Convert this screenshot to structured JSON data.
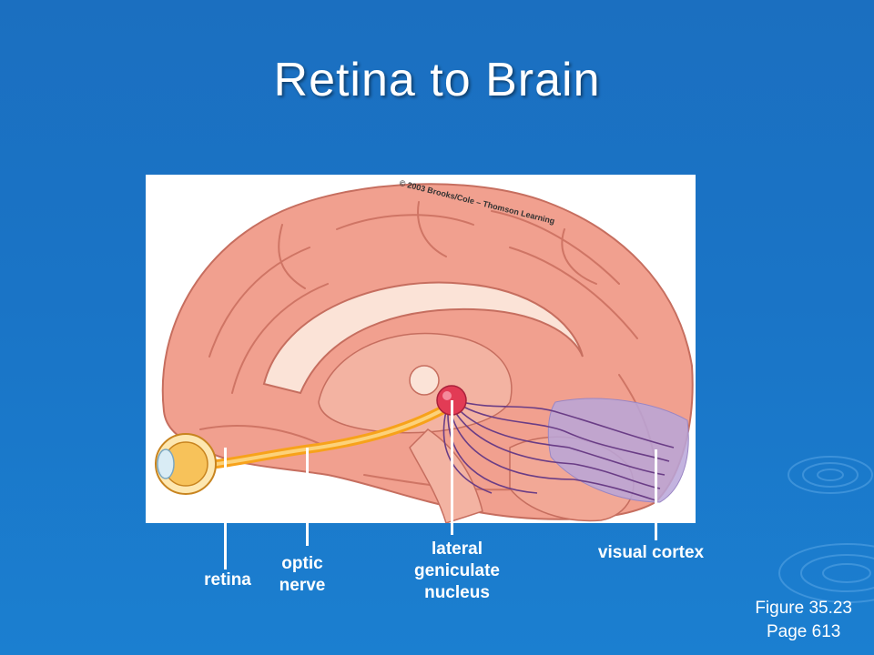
{
  "slide": {
    "title": "Retina to Brain",
    "copyright": "© 2003 Brooks/Cole – Thomson Learning",
    "figure_ref": "Figure 35.23",
    "page_ref": "Page 613"
  },
  "labels": {
    "retina": "retina",
    "optic_nerve_1": "optic",
    "optic_nerve_2": "nerve",
    "lgn_1": "lateral",
    "lgn_2": "geniculate",
    "lgn_3": "nucleus",
    "visual_cortex": "visual cortex"
  },
  "colors": {
    "background": "#1b72c4",
    "brain": "#f1a08f",
    "optic_pathway": "#f7a21b",
    "lgn": "#e23b55",
    "visual_cortex": "#b9a6d9",
    "label_text": "#ffffff"
  }
}
